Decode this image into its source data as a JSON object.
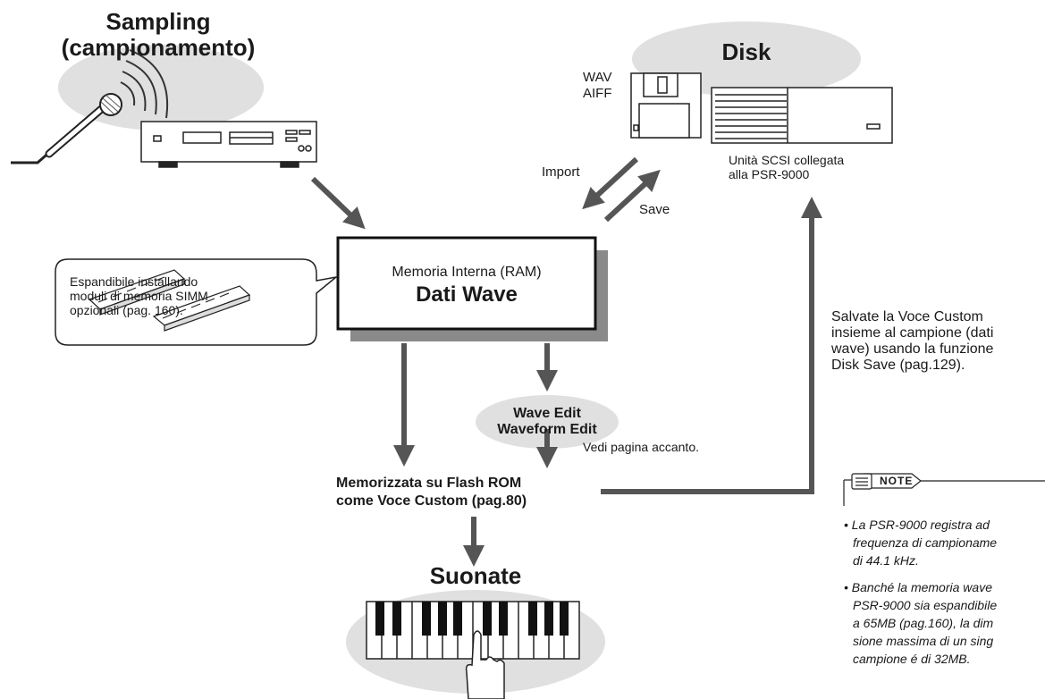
{
  "sampling": {
    "title_line1": "Sampling",
    "title_line2": "(campionamento)"
  },
  "disk": {
    "title": "Disk",
    "format1": "WAV",
    "format2": "AIFF",
    "scsi_line1": "Unità SCSI collegata",
    "scsi_line2": "alla PSR-9000"
  },
  "flow": {
    "import_label": "Import",
    "save_label": "Save"
  },
  "ram": {
    "line1": "Memoria Interna (RAM)",
    "line2": "Dati Wave"
  },
  "callout": {
    "line1": "Espandibile installando",
    "line2": "moduli di memoria SIMM",
    "line3": "opzionali (pag. 160)."
  },
  "edit": {
    "line1": "Wave Edit",
    "line2": "Waveform Edit",
    "see": "Vedi pagina accanto."
  },
  "flash": {
    "line1": "Memorizzata su Flash ROM",
    "line2": "come Voce Custom (pag.80)"
  },
  "play": {
    "title": "Suonate"
  },
  "save_note": {
    "line1": "Salvate la Voce Custom",
    "line2": "insieme al campione (dati",
    "line3": "wave) usando la funzione",
    "line4": "Disk Save (pag.129)."
  },
  "note_box": {
    "label": "NOTE",
    "items": [
      {
        "line1": "• La PSR-9000 registra ad",
        "line2": "frequenza di campioname",
        "line3": "di 44.1 kHz."
      },
      {
        "line1": "• Banché la memoria wave",
        "line2": "PSR-9000 sia espandibile",
        "line3": "a 65MB (pag.160), la dim",
        "line4": "sione massima di un sing",
        "line5": "campione é di 32MB."
      }
    ]
  },
  "colors": {
    "arrow": "#555555",
    "ellipse": "#e0e0e0",
    "shadow": "#8a8a8a"
  }
}
